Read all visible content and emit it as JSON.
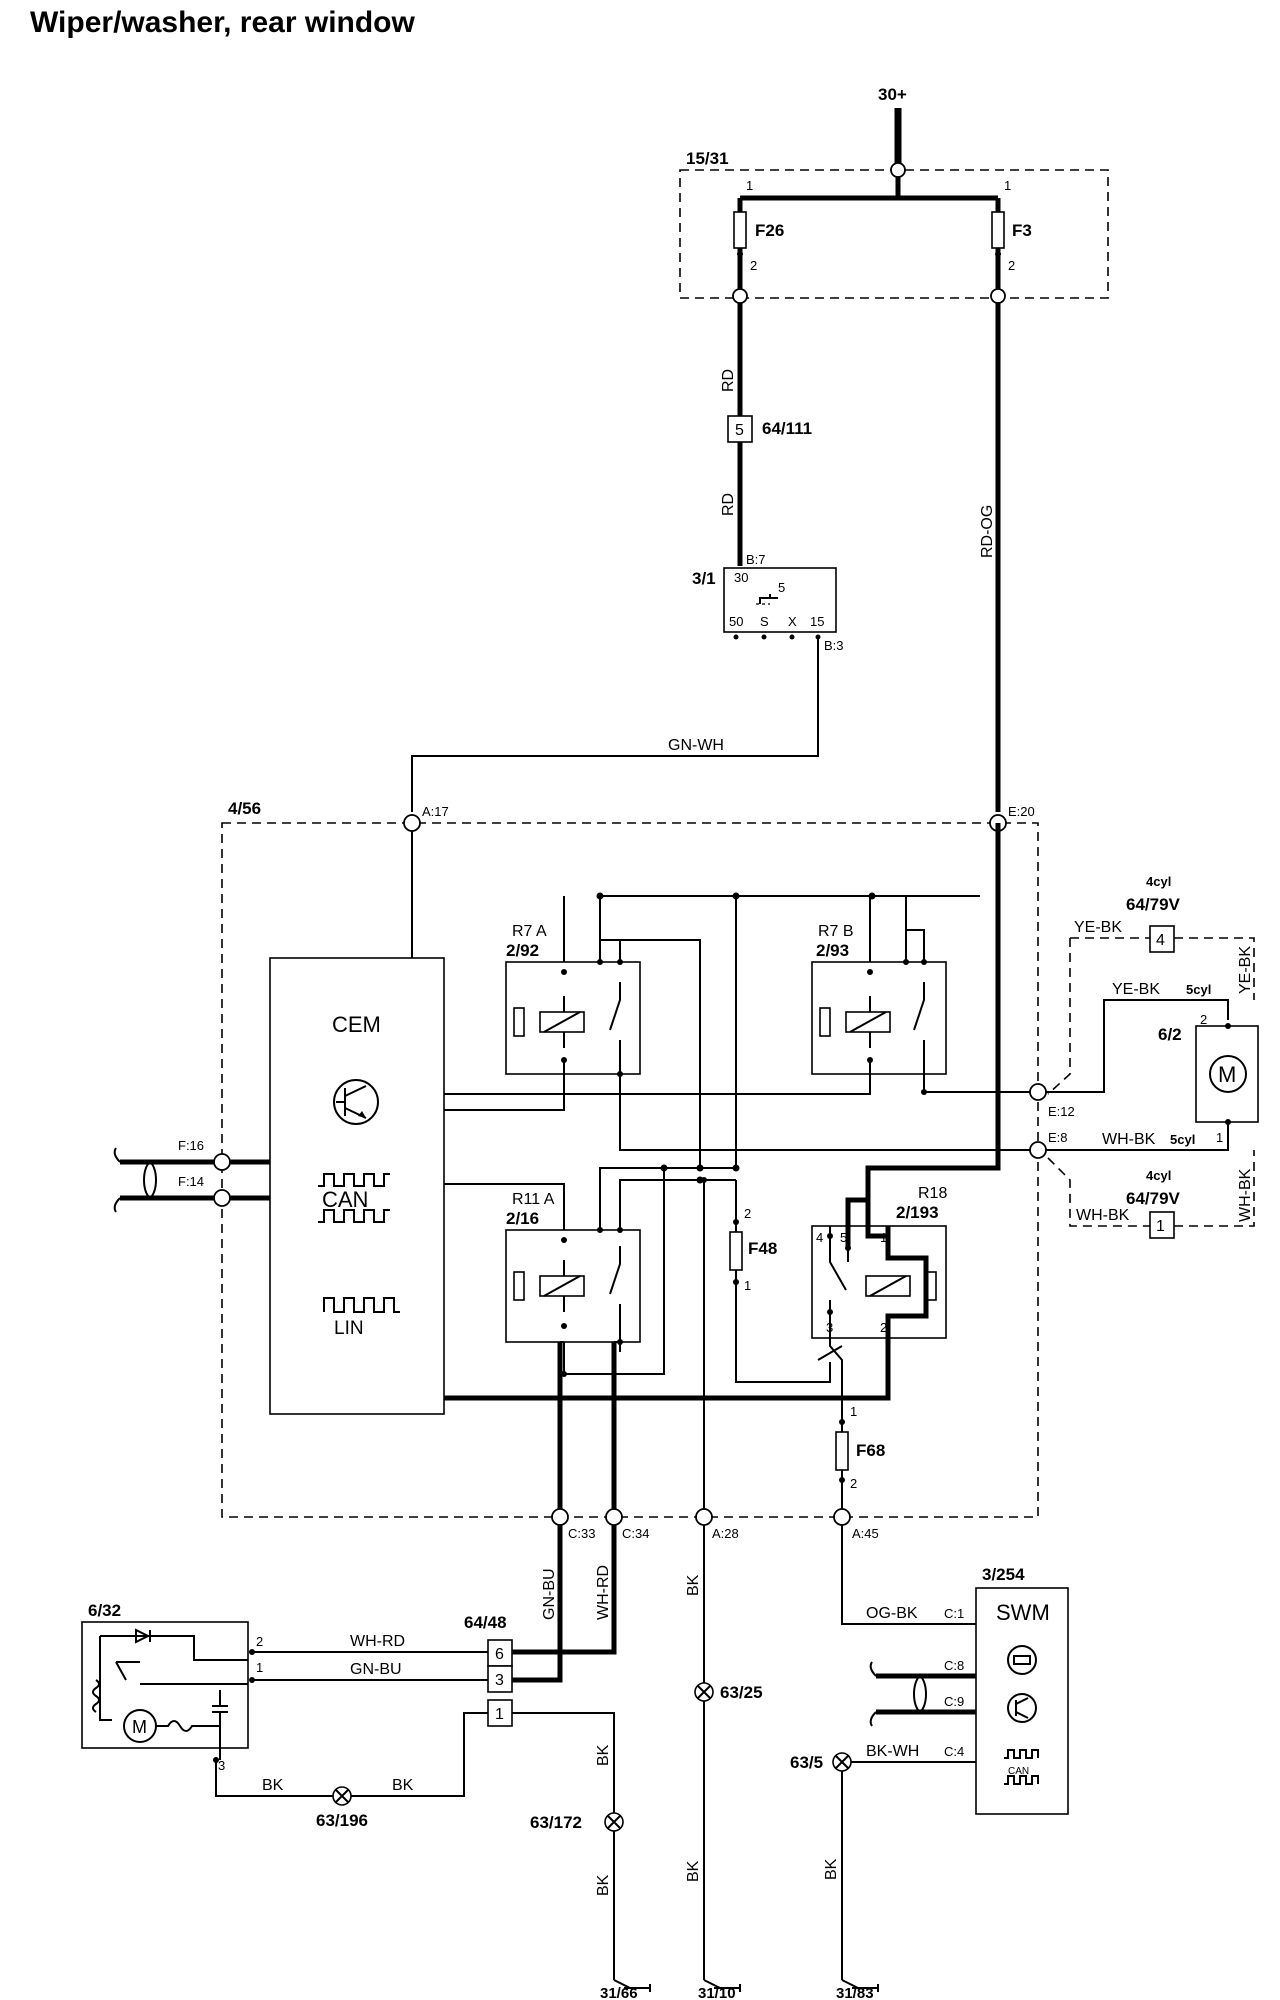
{
  "title": "Wiper/washer, rear window",
  "supply": "30+",
  "fuse_box": {
    "ref": "15/31",
    "fuses": [
      {
        "name": "F26",
        "pin_in": "1",
        "pin_out": "2"
      },
      {
        "name": "F3",
        "pin_in": "1",
        "pin_out": "2"
      }
    ]
  },
  "wires": {
    "rd": "RD",
    "rd_og": "RD-OG",
    "gn_wh": "GN-WH",
    "ye_bk": "YE-BK",
    "wh_bk": "WH-BK",
    "gn_bu": "GN-BU",
    "wh_rd": "WH-RD",
    "bk": "BK",
    "og_bk": "OG-BK",
    "bk_wh": "BK-WH"
  },
  "connector_64_111": {
    "ref": "64/111",
    "pin": "5"
  },
  "ignition_switch": {
    "ref": "3/1",
    "pin_top": "B:7",
    "pin_bottom": "B:3",
    "t30": "30",
    "t5": "5",
    "t50": "50",
    "ts": "S",
    "tx": "X",
    "t15": "15"
  },
  "cem_module": {
    "ref": "4/56",
    "name": "CEM",
    "can": "CAN",
    "lin": "LIN",
    "pins": {
      "a17": "A:17",
      "e20": "E:20",
      "f16": "F:16",
      "f14": "F:14",
      "e12": "E:12",
      "e8": "E:8",
      "c33": "C:33",
      "c34": "C:34",
      "a28": "A:28",
      "a45": "A:45"
    },
    "relays": [
      {
        "name": "R7 A",
        "ref": "2/92"
      },
      {
        "name": "R7 B",
        "ref": "2/93"
      },
      {
        "name": "R11 A",
        "ref": "2/16"
      },
      {
        "name": "R18",
        "ref": "2/193"
      }
    ],
    "fuse_f48": {
      "name": "F48",
      "pin1": "1",
      "pin2": "2"
    },
    "relay_pins": {
      "p1": "1",
      "p2": "2",
      "p3": "3",
      "p4": "4",
      "p5": "5"
    }
  },
  "fuse_f68": {
    "name": "F68",
    "pin1": "1",
    "pin2": "2"
  },
  "variant_top": {
    "engine": "4cyl",
    "ref": "64/79V",
    "pin": "4"
  },
  "variant_bottom": {
    "engine": "4cyl",
    "ref": "64/79V",
    "pin": "1"
  },
  "five_cyl": "5cyl",
  "wiper_motor": {
    "ref": "6/2",
    "pin2": "2",
    "pin1": "1",
    "symbol": "M"
  },
  "washer_pump": {
    "ref": "6/32",
    "pin2": "2",
    "pin1": "1",
    "pin3": "3",
    "symbol": "M"
  },
  "connector_64_48": {
    "ref": "64/48",
    "pins": [
      "6",
      "3",
      "1"
    ]
  },
  "swm": {
    "ref": "3/254",
    "name": "SWM",
    "c1": "C:1",
    "c8": "C:8",
    "c9": "C:9",
    "c4": "C:4",
    "can": "CAN"
  },
  "grounds": {
    "g63_25": "63/25",
    "g63_172": "63/172",
    "g63_196": "63/196",
    "g63_5": "63/5",
    "g31_66": "31/66",
    "g31_10": "31/10",
    "g31_83": "31/83"
  }
}
